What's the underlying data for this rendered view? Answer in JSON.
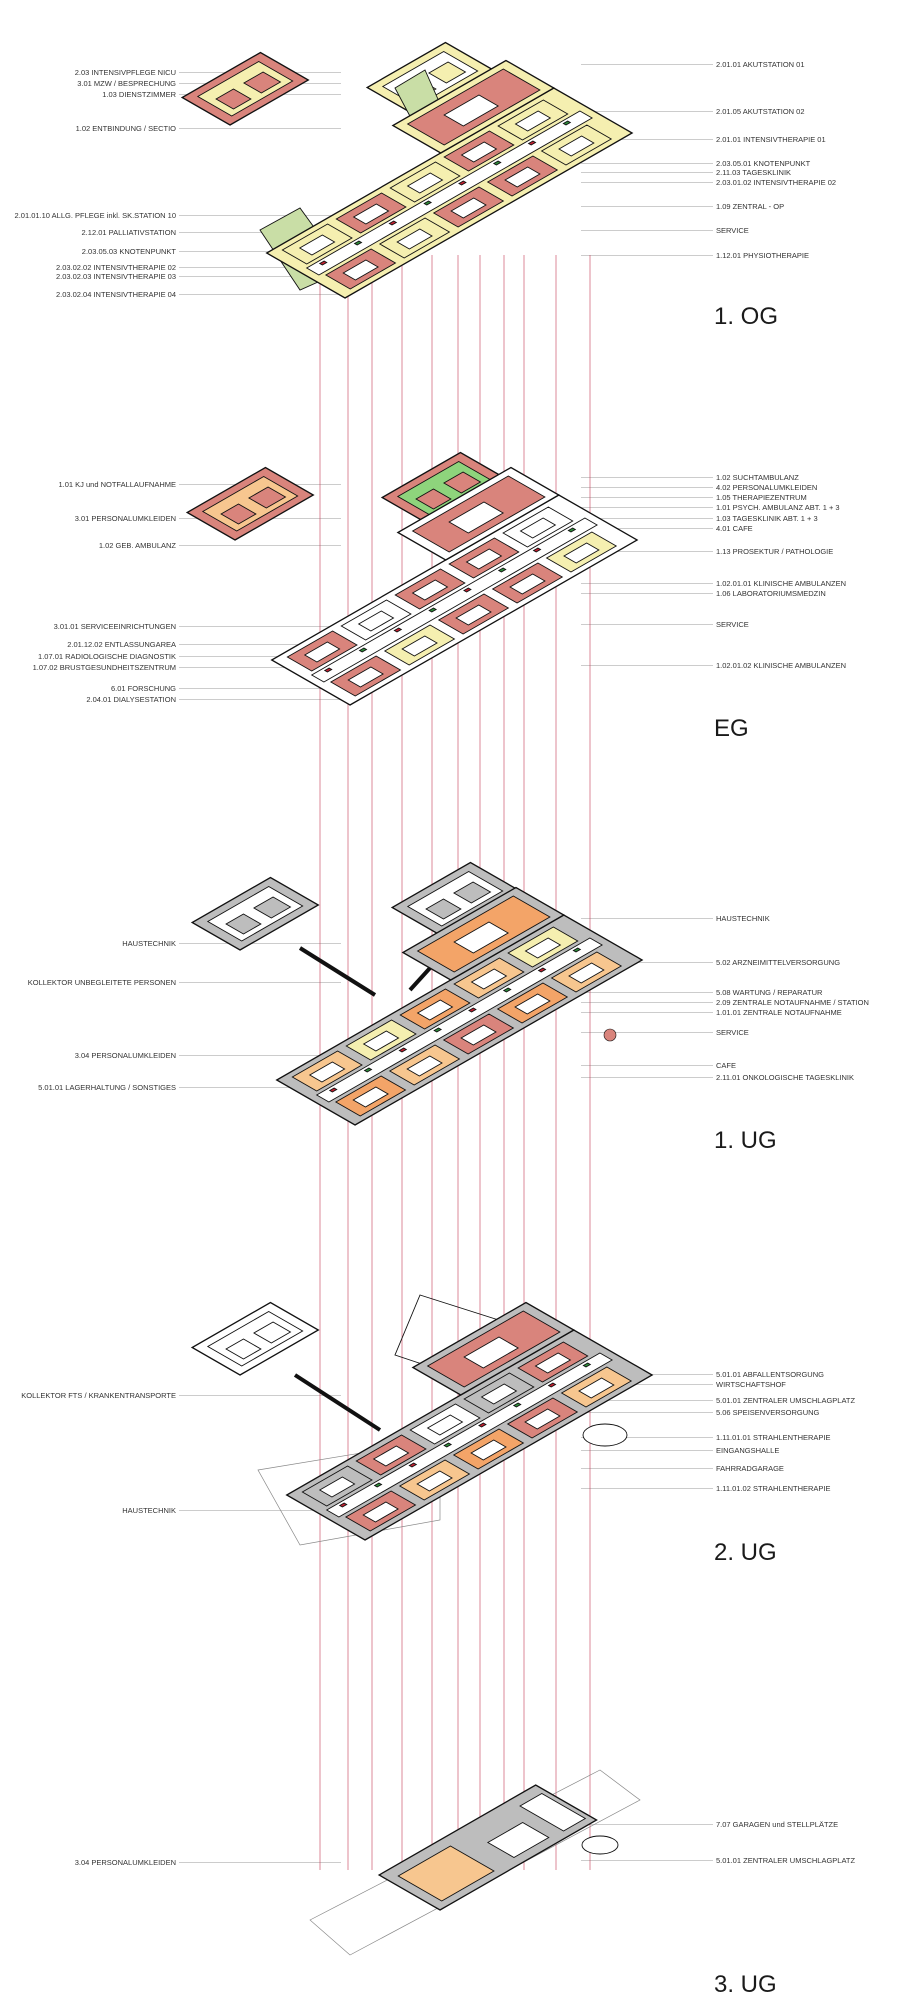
{
  "colors": {
    "red": "#d9847c",
    "yellow": "#f5efb0",
    "orange": "#f3a468",
    "peach": "#f7c68f",
    "green": "#c9dea6",
    "bright_green": "#8ed47c",
    "gray": "#bdbdbd",
    "white": "#ffffff",
    "line": "#c0304a"
  },
  "floors": [
    {
      "name": "1. OG",
      "labels_left": [
        "2.03  INTENSIVPFLEGE NICU",
        "3.01 MZW / BESPRECHUNG",
        "1.03  DIENSTZIMMER",
        "1.02  ENTBINDUNG / SECTIO",
        "2.01.01.10  ALLG. PFLEGE inkl. SK.STATION 10",
        "2.12.01  PALLIATIVSTATION",
        "2.03.05.03  KNOTENPUNKT",
        "2.03.02.02  INTENSIVTHERAPIE 02",
        "2.03.02.03  INTENSIVTHERAPIE 03",
        "2.03.02.04  INTENSIVTHERAPIE 04"
      ],
      "labels_right": [
        "2.01.01  AKUTSTATION 01",
        "2.01.05  AKUTSTATION 02",
        "2.01.01  INTENSIVTHERAPIE 01",
        "2.03.05.01  KNOTENPUNKT",
        "2.11.03  TAGESKLINIK",
        "2.03.01.02 INTENSIVTHERAPIE 02",
        "1.09  ZENTRAL - OP",
        "SERVICE",
        "1.12.01  PHYSIOTHERAPIE"
      ]
    },
    {
      "name": "EG",
      "labels_left": [
        "1.01  KJ und NOTFALLAUFNAHME",
        "3.01  PERSONALUMKLEIDEN",
        "1.02  GEB. AMBULANZ",
        "3.01.01  SERVICEEINRICHTUNGEN",
        "2.01.12.02 ENTLASSUNGAREA",
        "1.07.01  RADIOLOGISCHE DIAGNOSTIK",
        "1.07.02  BRUSTGESUNDHEITSZENTRUM",
        "6.01  FORSCHUNG",
        "2.04.01  DIALYSESTATION"
      ],
      "labels_right": [
        "1.02  SUCHTAMBULANZ",
        "4.02  PERSONALUMKLEIDEN",
        "1.05  THERAPIEZENTRUM",
        "1.01  PSYCH. AMBULANZ ABT. 1 + 3",
        "1.03  TAGESKLINIK ABT. 1 + 3",
        "4.01  CAFE",
        "1.13  PROSEKTUR / PATHOLOGIE",
        "1.02.01.01  KLINISCHE AMBULANZEN",
        "1.06  LABORATORIUMSMEDZIN",
        "SERVICE",
        "1.02.01.02  KLINISCHE AMBULANZEN"
      ]
    },
    {
      "name": "1. UG",
      "labels_left": [
        "HAUSTECHNIK",
        "KOLLEKTOR UNBEGLEITETE PERSONEN",
        "3.04  PERSONALUMKLEIDEN",
        "5.01.01  LAGERHALTUNG / SONSTIGES"
      ],
      "labels_right": [
        "HAUSTECHNIK",
        "5.02  ARZNEIMITTELVERSORGUNG",
        "5.08  WARTUNG / REPARATUR",
        "2.09  ZENTRALE NOTAUFNAHME / STATION",
        "1.01.01  ZENTRALE NOTAUFNAHME",
        "SERVICE",
        "CAFE",
        "2.11.01  ONKOLOGISCHE TAGESKLINIK"
      ]
    },
    {
      "name": "2. UG",
      "labels_left": [
        "KOLLEKTOR FTS / KRANKENTRANSPORTE",
        "HAUSTECHNIK"
      ],
      "labels_right": [
        "5.01.01  ABFALLENTSORGUNG",
        "WIRTSCHAFTSHOF",
        "5.01.01  ZENTRALER UMSCHLAGPLATZ",
        "5.06  SPEISENVERSORGUNG",
        "1.11.01.01  STRAHLENTHERAPIE",
        "EINGANGSHALLE",
        "FAHRRADGARAGE",
        "1.11.01.02  STRAHLENTHERAPIE"
      ]
    },
    {
      "name": "3. UG",
      "labels_left": [
        "3.04  PERSONALUMKLEIDEN"
      ],
      "labels_right": [
        "7.07  GARAGEN und STELLPLÄTZE",
        "5.01.01  ZENTRALER UMSCHLAGPLATZ"
      ]
    }
  ]
}
